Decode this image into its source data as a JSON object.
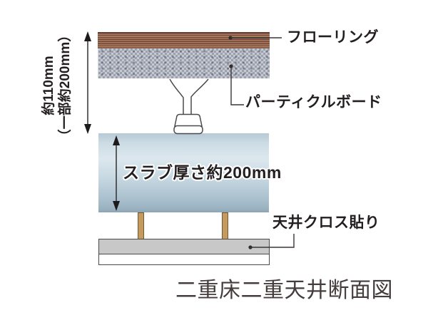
{
  "title": "二重床二重天井断面図",
  "dimension_left": {
    "line1": "約110mm",
    "line2": "（一部約200mm）"
  },
  "labels": {
    "flooring": "フローリング",
    "particle_board": "パーティクルボード",
    "slab_thickness": "スラブ厚さ約200mm",
    "ceiling_cloth": "天井クロス貼り"
  },
  "colors": {
    "flooring_dark": "#744639",
    "flooring_light": "#a87a5e",
    "particle_light": "#c6c9d1",
    "particle_dark": "#9aa0ac",
    "slab_top": "#b6c9d4",
    "slab_light": "#dce8ee",
    "slab_bottom": "#8ca5b5",
    "post_fill": "#c49a5f",
    "post_border": "#6b5a33",
    "ceiling_fill": "#c8c8c8",
    "outline": "#4a4a4a",
    "label_text": "#231f20",
    "title_text": "#453c3e"
  }
}
